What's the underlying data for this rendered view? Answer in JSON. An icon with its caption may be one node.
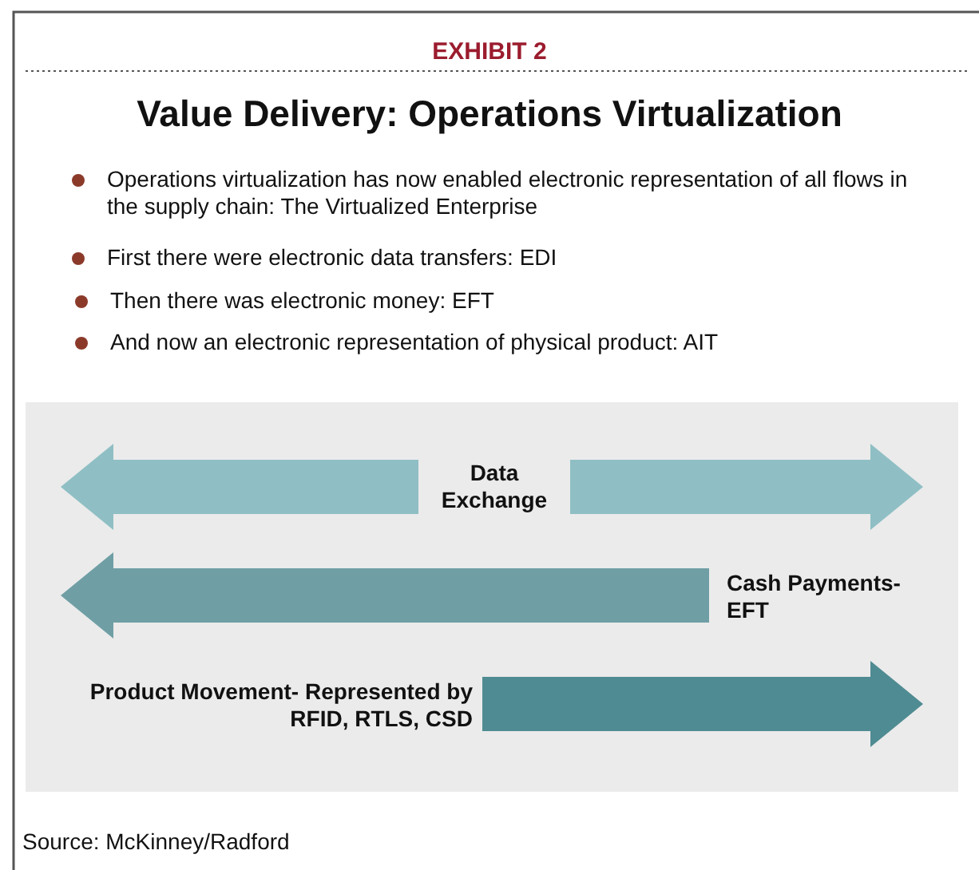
{
  "diagram": {
    "title": "Value Delivery: Operations Virtualization",
    "labels": [
      "EXHIBIT 2",
      "Operations virtualization has now enabled electronic representation of all flows in the supply chain: The Virtualized Enterprise",
      "First there were electronic data transfers: EDI",
      "Then there was electronic money: EFT",
      "And now an electronic representation of physical product: AIT",
      "Data Exchange",
      "Cash Payments- EFT",
      "Product Movement- Represented by RFID, RTLS, CSD",
      "Source: McKinney/Radford"
    ]
  }
}
